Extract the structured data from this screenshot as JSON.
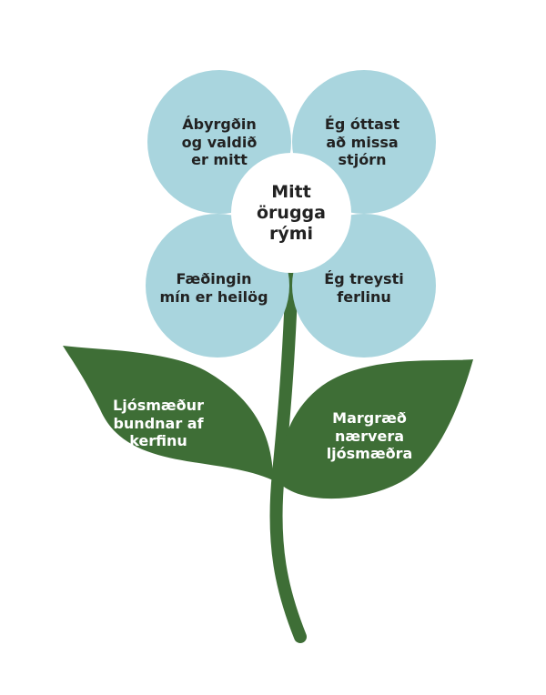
{
  "colors": {
    "petal": "#a9d5de",
    "center": "#ffffff",
    "stem": "#3e6e36",
    "leaf": "#3e6e36",
    "petal_text": "#222222",
    "leaf_text": "#ffffff"
  },
  "center": {
    "lines": [
      "Mitt",
      "örugga",
      "rými"
    ]
  },
  "petals": [
    {
      "lines": [
        "Ábyrgðin",
        "og valdið",
        "er mitt"
      ]
    },
    {
      "lines": [
        "Ég óttast",
        "að missa",
        "stjórn"
      ]
    },
    {
      "lines": [
        "Fæðingin",
        "mín er heilög"
      ]
    },
    {
      "lines": [
        "Ég treysti",
        "ferlinu"
      ]
    }
  ],
  "leaves": [
    {
      "lines": [
        "Ljósmæður",
        "bundnar af",
        "kerfinu"
      ]
    },
    {
      "lines": [
        "Margræð",
        "nærvera",
        "ljósmæðra"
      ]
    }
  ]
}
